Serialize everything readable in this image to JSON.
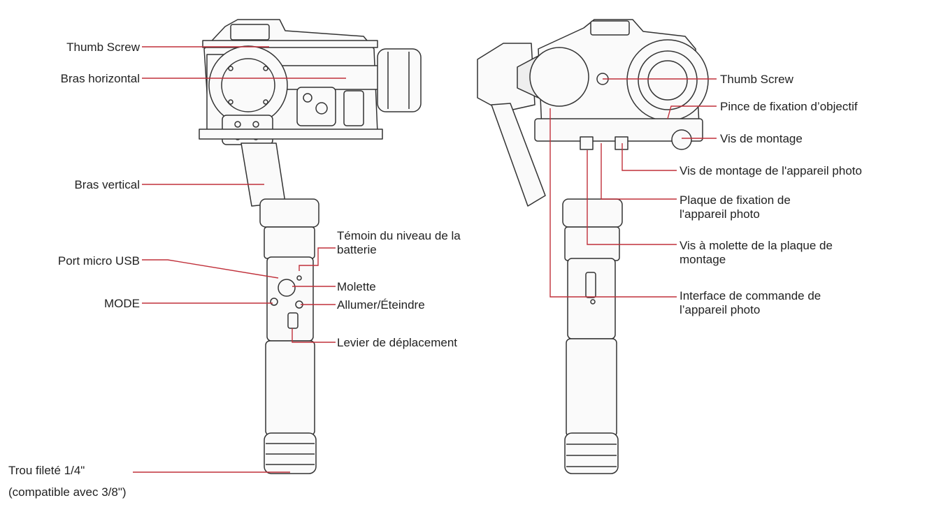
{
  "leader_color": "#c0303a",
  "left_labels": {
    "thumb_screw": "Thumb Screw",
    "bras_horizontal": "Bras horizontal",
    "bras_vertical": "Bras vertical",
    "port_usb": "Port micro USB",
    "mode": "MODE",
    "temoin_1": "Témoin du niveau de la",
    "temoin_2": "batterie",
    "molette": "Molette",
    "allumer": "Allumer/Éteindre",
    "levier": "Levier de déplacement",
    "trou_1": "Trou fileté 1/4\"",
    "trou_2": "(compatible avec 3/8\")"
  },
  "right_labels": {
    "thumb_screw": "Thumb Screw",
    "pince": "Pince de fixation d’objectif",
    "vis_montage": "Vis de montage",
    "vis_appareil": "Vis de montage de l'appareil photo",
    "plaque_1": "Plaque de fixation de",
    "plaque_2": "l'appareil photo",
    "vis_molette_1": "Vis à molette de la plaque de",
    "vis_molette_2": "montage",
    "interface_1": "Interface de commande de",
    "interface_2": "l’appareil photo"
  }
}
